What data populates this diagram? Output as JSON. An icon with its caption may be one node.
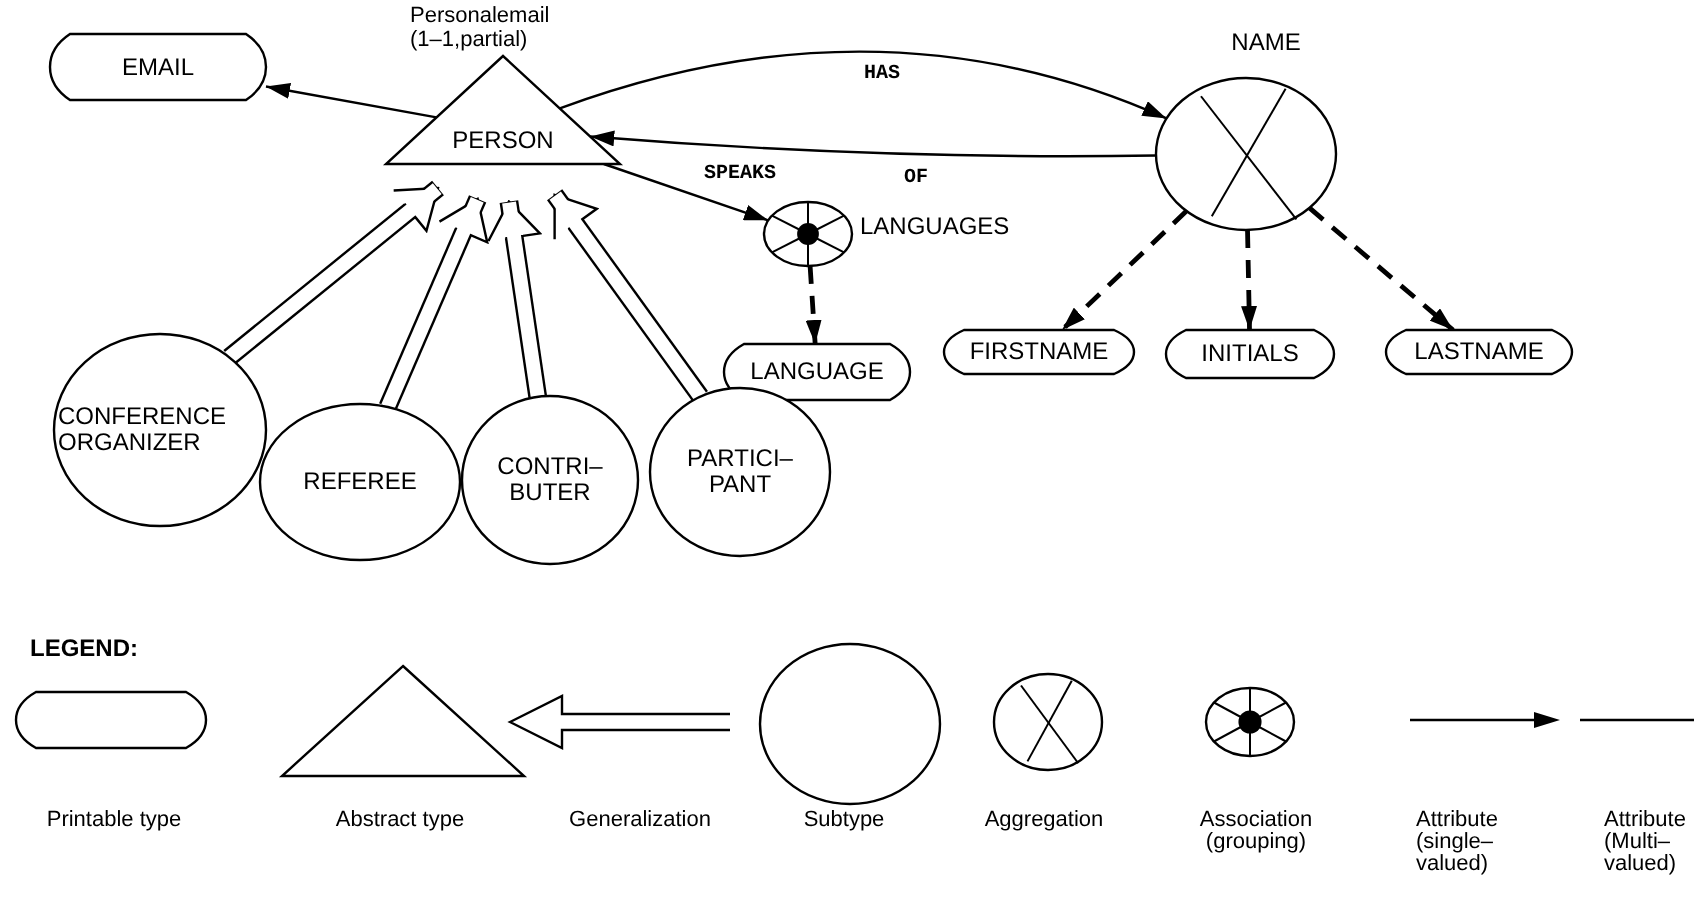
{
  "diagram": {
    "nodes": [
      {
        "text": [
          "EMAIL"
        ]
      },
      {
        "text": [
          "PERSON"
        ]
      },
      {
        "text": [
          "NAME"
        ]
      },
      {
        "text": [
          "LANGUAGES"
        ]
      },
      {
        "text": [
          "LANGUAGE"
        ]
      },
      {
        "text": [
          "FIRSTNAME"
        ]
      },
      {
        "text": [
          "INITIALS"
        ]
      },
      {
        "text": [
          "LASTNAME"
        ]
      },
      {
        "text": [
          "CONFERENCE ORGANIZER"
        ]
      },
      {
        "text": [
          "REFEREE"
        ]
      },
      {
        "text": [
          "CONTRI– BUTER"
        ]
      },
      {
        "text": [
          "PARTICI– PANT"
        ]
      }
    ],
    "edges": [
      {
        "from": 1,
        "to": 0,
        "arrow": "to",
        "label": "Personalemail (1–1,partial)"
      },
      {
        "from": 1,
        "to": 2,
        "arrow": "to",
        "label": "HAS"
      },
      {
        "from": 2,
        "to": 1,
        "arrow": "to",
        "label": "OF"
      },
      {
        "from": 1,
        "to": 3,
        "arrow": "to",
        "label": "SPEAKS"
      },
      {
        "from": 3,
        "to": 4,
        "arrow": "to",
        "style": "dashed"
      },
      {
        "from": 2,
        "to": 5,
        "arrow": "to",
        "style": "dashed"
      },
      {
        "from": 2,
        "to": 6,
        "arrow": "to",
        "style": "dashed"
      },
      {
        "from": 2,
        "to": 7,
        "arrow": "to",
        "style": "dashed"
      },
      {
        "from": 8,
        "to": 1,
        "arrow": "to",
        "style": "thick"
      },
      {
        "from": 9,
        "to": 1,
        "arrow": "to",
        "style": "thick"
      },
      {
        "from": 10,
        "to": 1,
        "arrow": "to",
        "style": "thick"
      },
      {
        "from": 11,
        "to": 1,
        "arrow": "to",
        "style": "thick"
      }
    ],
    "labels": [
      "LEGEND:"
    ],
    "legend": [
      {
        "text": "Printable type"
      },
      {
        "text": "Abstract type"
      },
      {
        "text": "Generalization"
      },
      {
        "text": "Subtype"
      },
      {
        "text": "Aggregation"
      },
      {
        "text": "Association (grouping)"
      },
      {
        "text": "Attribute (single– valued)"
      },
      {
        "text": "Attribute (Multi– valued)"
      }
    ]
  }
}
